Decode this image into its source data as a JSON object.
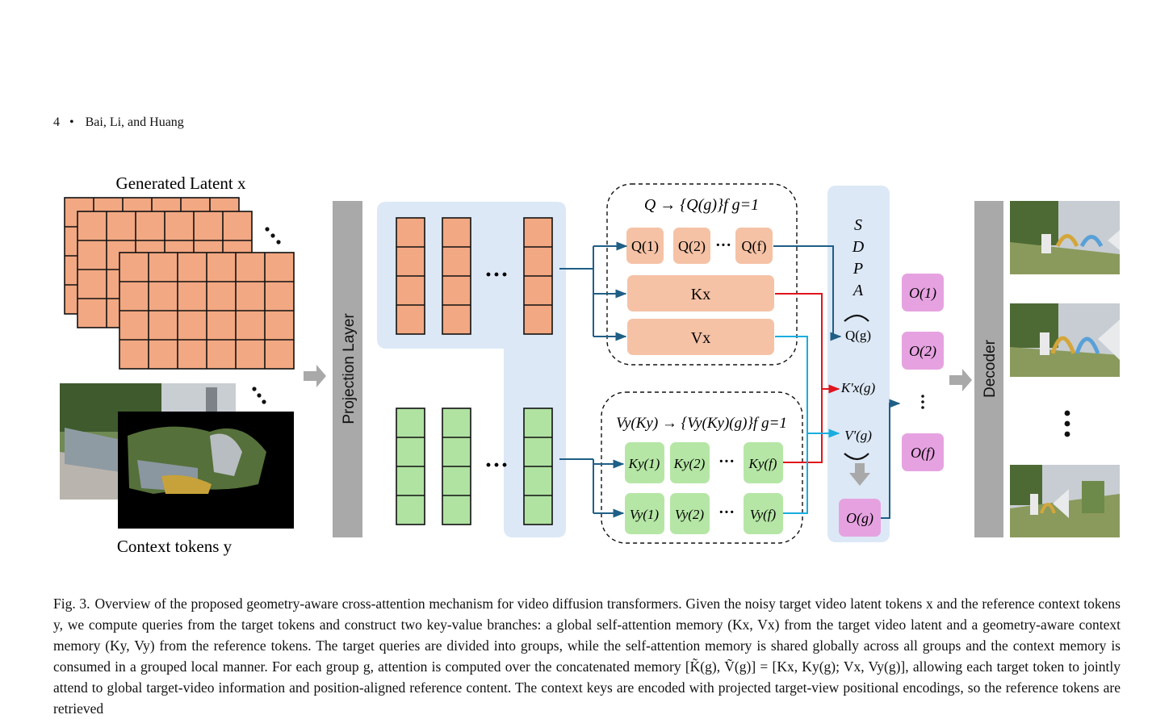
{
  "header": {
    "page_number": "4",
    "separator": "•",
    "authors": "Bai, Li, and Huang"
  },
  "figure": {
    "generated_latent_label": "Generated Latent x",
    "context_tokens_label": "Context tokens y",
    "projection_layer_label": "Projection Layer",
    "decoder_label": "Decoder",
    "ellipsis": "···",
    "query_split_label": "Q → {Q(g)}f g=1",
    "context_split_label": "Vy(Ky) → {Vy(Ky)(g)}f g=1",
    "q_tokens": [
      "Q(1)",
      "Q(2)",
      "Q(f)"
    ],
    "kx_label": "Kx",
    "vx_label": "Vx",
    "ky_tokens": [
      "Ky(1)",
      "Ky(2)",
      "Ky(f)"
    ],
    "vy_tokens": [
      "Vy(1)",
      "Vy(2)",
      "Vy(f)"
    ],
    "sdpa_letters": [
      "S",
      "D",
      "P",
      "A"
    ],
    "sdpa_inputs": [
      "Q(g)",
      "K'x(g)",
      "V'(g)"
    ],
    "sdpa_output": "O(g)",
    "outputs": [
      "O(1)",
      "O(2)",
      "O(f)"
    ],
    "colors": {
      "latent_orange": "#f2a882",
      "context_green": "#b0e2a2",
      "token_peach": "#f5c2a6",
      "token_green": "#b5e6a5",
      "output_pink": "#e6a2e0",
      "panel_blue": "#dce8f6",
      "layer_gray": "#a9a9a9",
      "arrow_dark_blue": "#1f5f86",
      "arrow_red": "#e0141c",
      "arrow_cyan": "#18aee0"
    }
  },
  "caption": {
    "label": "Fig. 3.",
    "text": "Overview of the proposed geometry-aware cross-attention mechanism for video diffusion transformers. Given the noisy target video latent tokens x and the reference context tokens y, we compute queries from the target tokens and construct two key-value branches: a global self-attention memory (Kx, Vx) from the target video latent and a geometry-aware context memory (Ky, Vy) from the reference tokens. The target queries are divided into groups, while the self-attention memory is shared globally across all groups and the context memory is consumed in a grouped local manner. For each group g, attention is computed over the concatenated memory [K̃(g), Ṽ(g)] = [Kx, Ky(g); Vx, Vy(g)], allowing each target token to jointly attend to global target-video information and position-aligned reference content. The context keys are encoded with projected target-view positional encodings, so the reference tokens are retrieved"
  }
}
